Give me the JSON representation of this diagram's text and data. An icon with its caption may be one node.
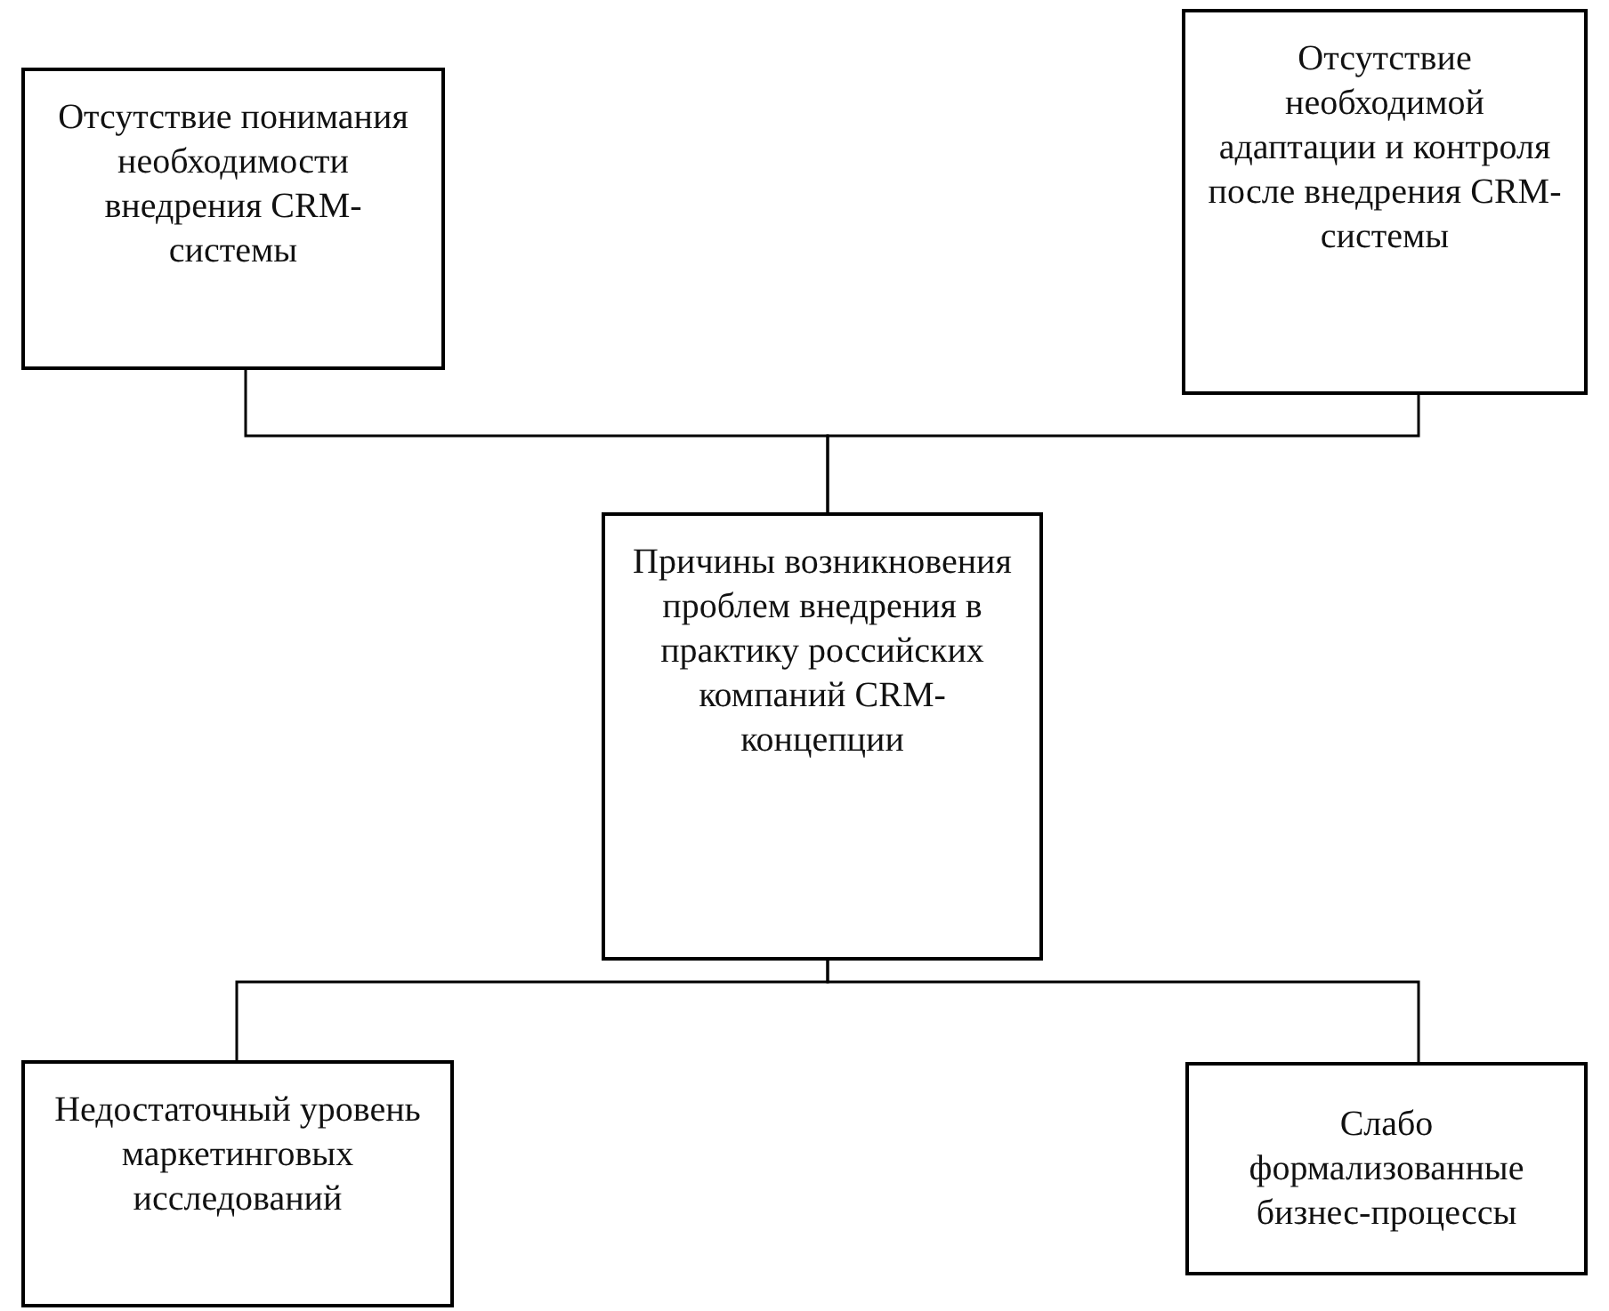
{
  "diagram": {
    "nodes": [
      {
        "text": [
          "Отсутствие понимания необходимости внедрения CRM-системы"
        ]
      },
      {
        "text": [
          "Отсутствие необходимой адаптации и контроля после внедрения CRM-системы"
        ]
      },
      {
        "text": [
          "Причины возникновения проблем внедрения в практику российских компаний CRM-концепции"
        ]
      },
      {
        "text": [
          "Недостаточный уровень маркетинговых исследований"
        ]
      },
      {
        "text": [
          "Слабо формализованные бизнес-процессы"
        ]
      }
    ],
    "edges": [
      {
        "from": 0,
        "to": 2,
        "arrow": "none"
      },
      {
        "from": 1,
        "to": 2,
        "arrow": "none"
      },
      {
        "from": 2,
        "to": 3,
        "arrow": "none"
      },
      {
        "from": 2,
        "to": 4,
        "arrow": "none"
      }
    ]
  }
}
